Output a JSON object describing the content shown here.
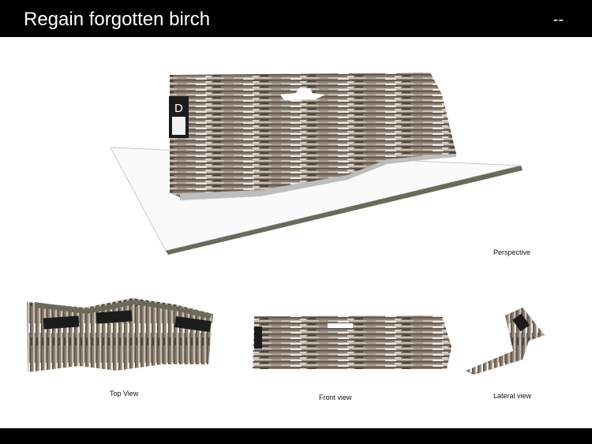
{
  "slide": {
    "title": "Regain forgotten birch",
    "corner_marker": "--"
  },
  "views": {
    "perspective": "Perspective",
    "top": "Top View",
    "front": "Front view",
    "lateral": "Lateral view"
  },
  "sign_letter": "D",
  "colors": {
    "bar": "#000000",
    "birch_dark": "#5e5248",
    "birch_mid": "#8a7d72",
    "birch_light": "#c9bfb5",
    "ground_edge": "#6b6a5a",
    "panel": "#1c1c1c"
  }
}
